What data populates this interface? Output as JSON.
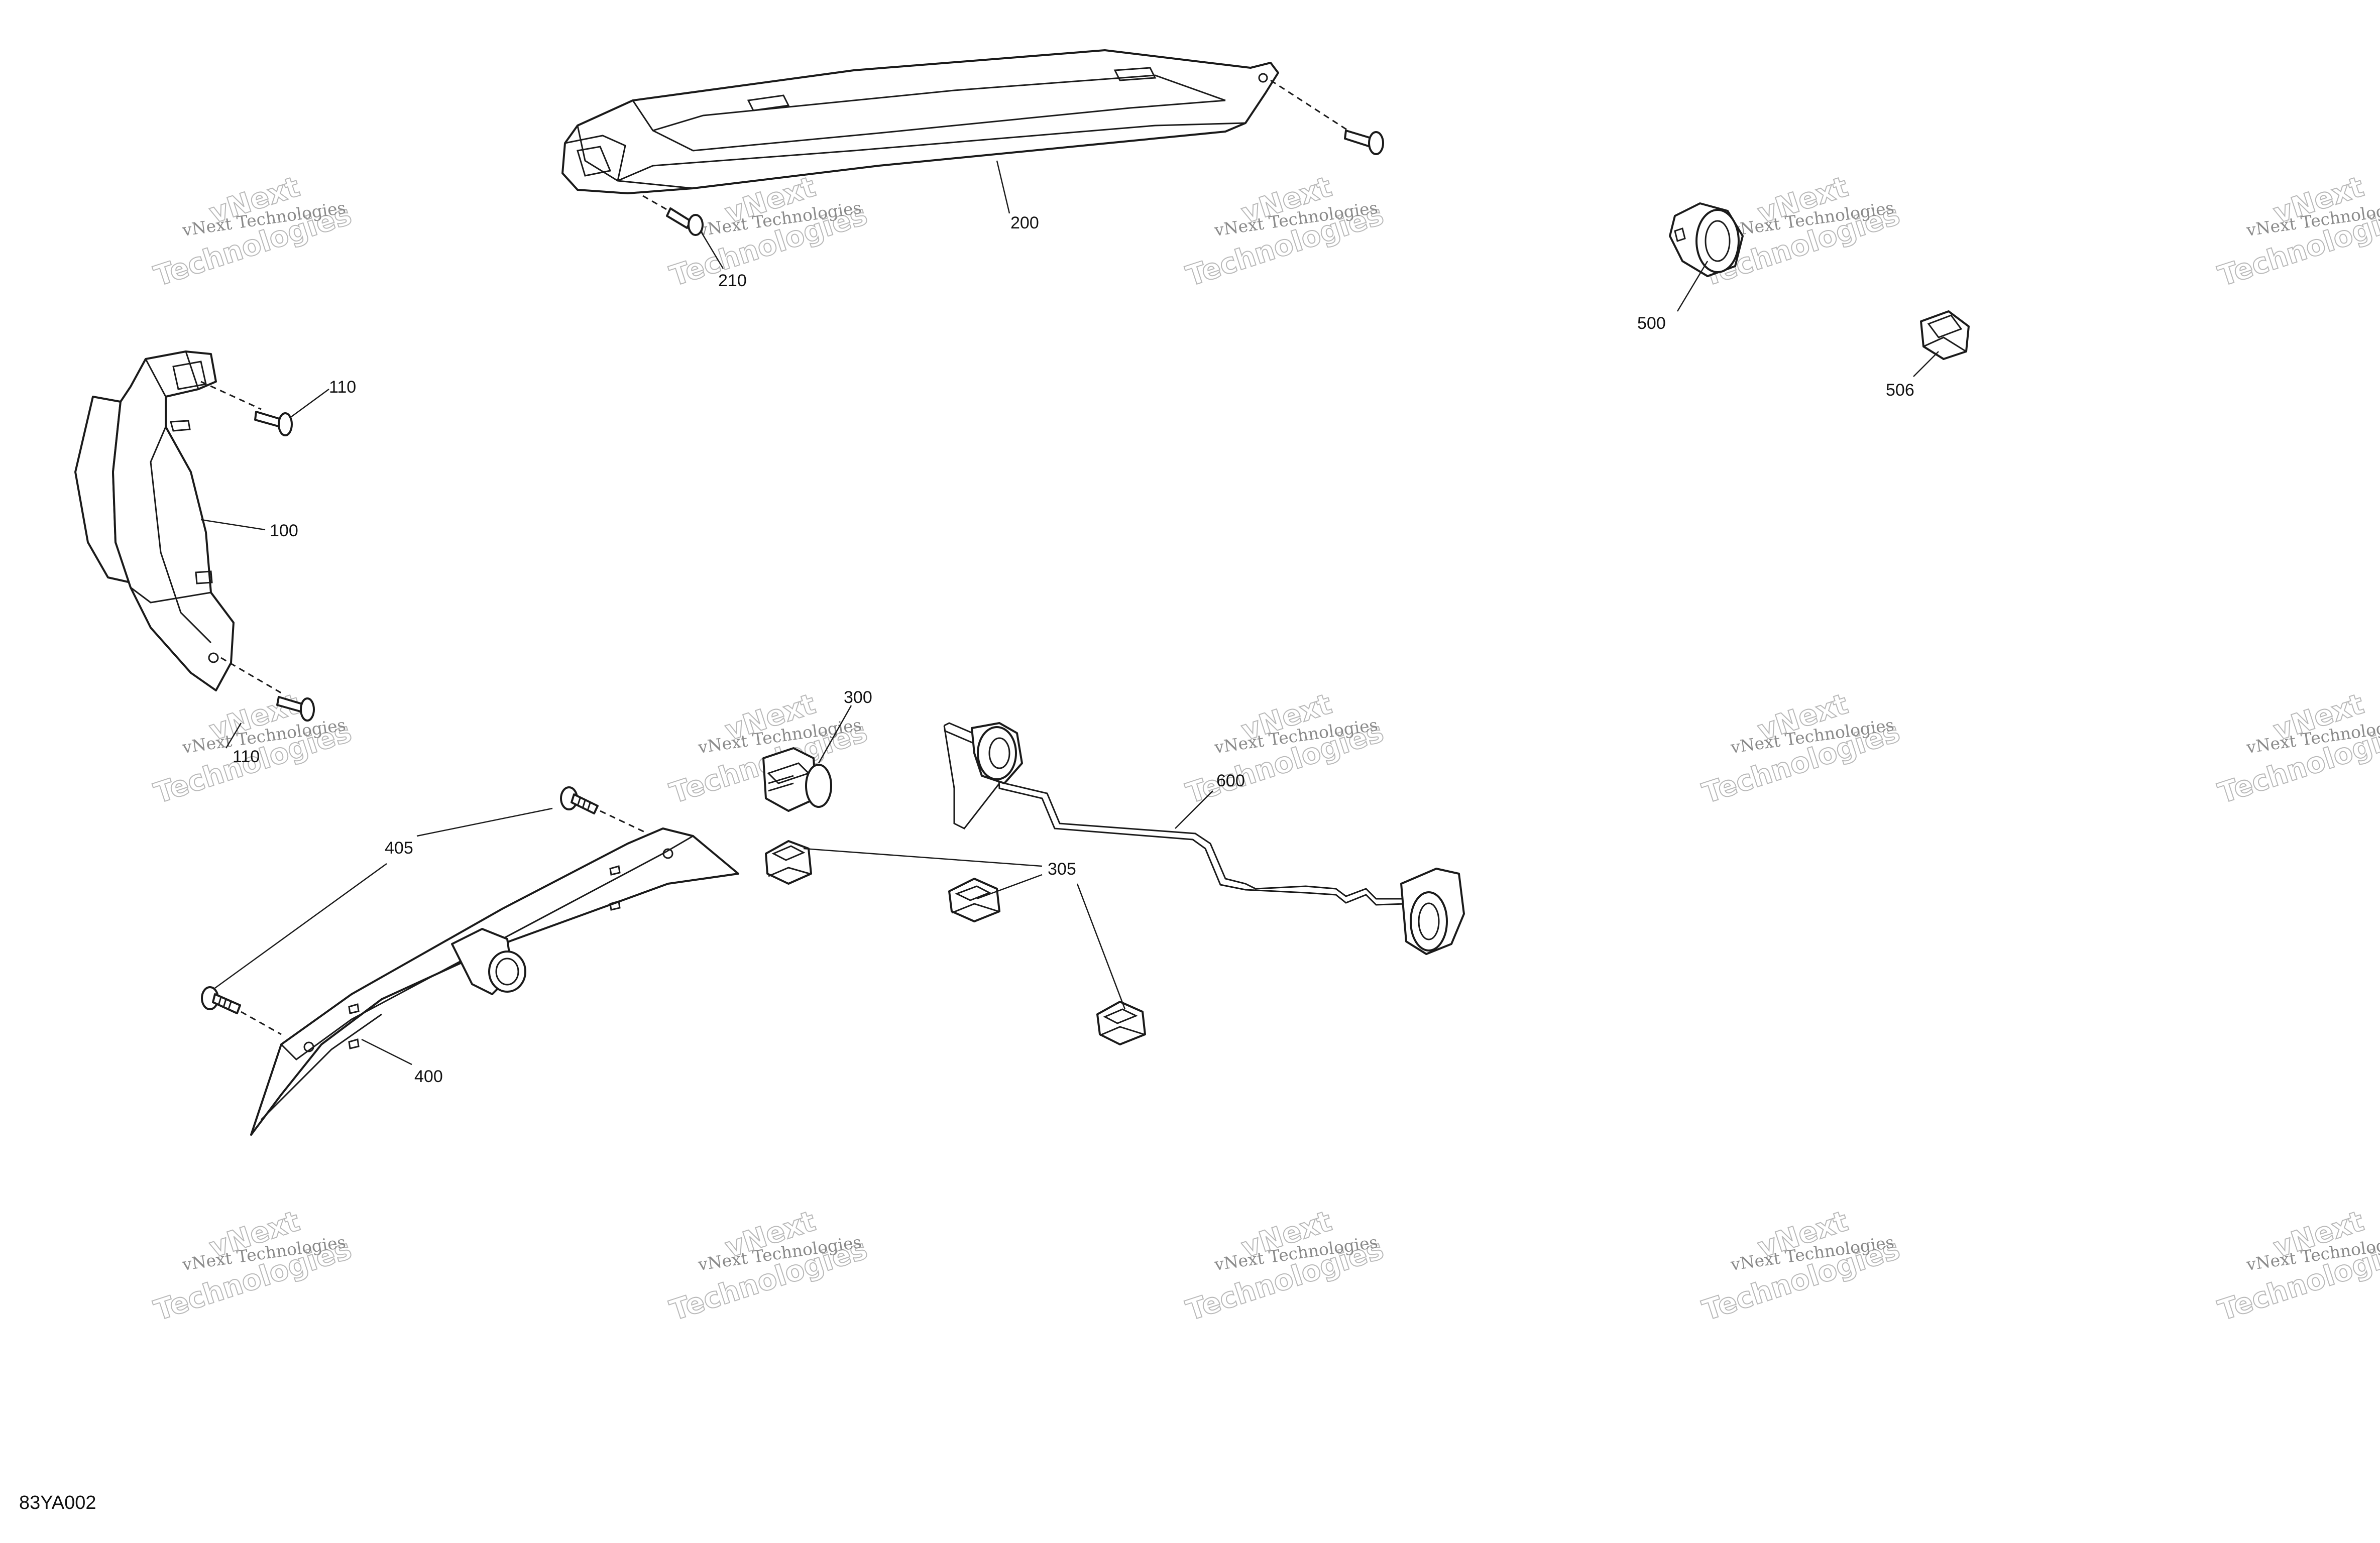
{
  "diagram": {
    "reference_code": "83YA002",
    "callouts": {
      "c100": "100",
      "c110a": "110",
      "c110b": "110",
      "c200": "200",
      "c210": "210",
      "c300": "300",
      "c305": "305",
      "c400": "400",
      "c405": "405",
      "c500": "500",
      "c506": "506",
      "c600": "600"
    },
    "watermark": {
      "line1": "vNext Technologies",
      "line2": "vNext",
      "line3": "Technologies"
    }
  }
}
